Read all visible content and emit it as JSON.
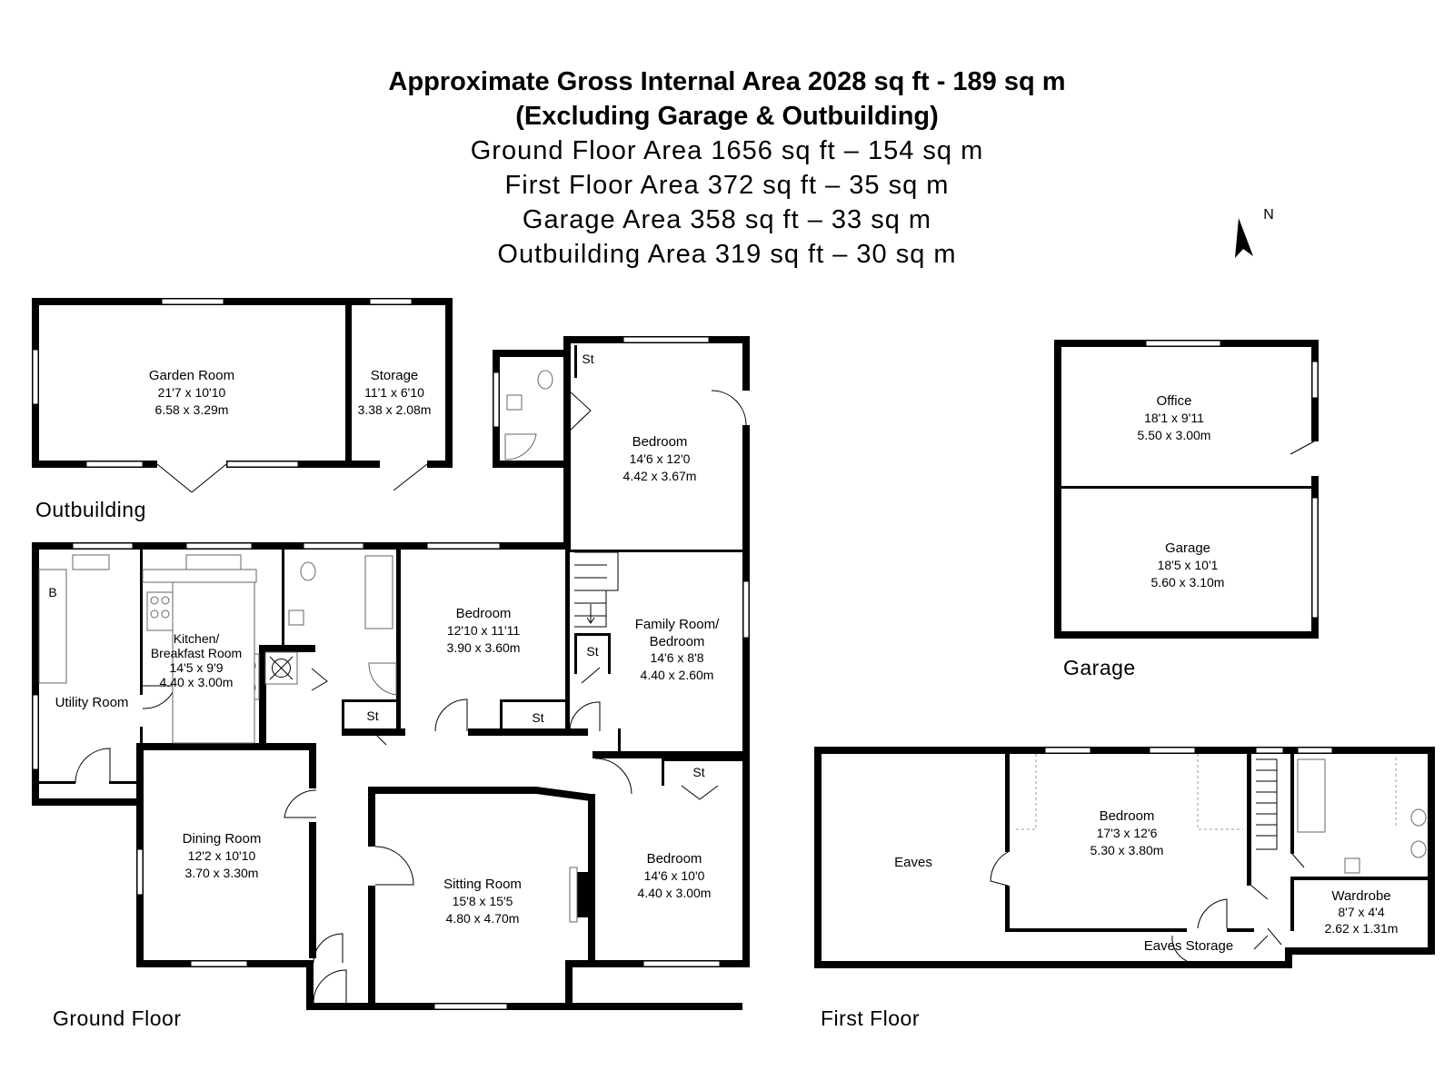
{
  "header": {
    "line1": "Approximate Gross Internal Area 2028 sq ft - 189 sq m",
    "line2": "(Excluding Garage & Outbuilding)",
    "line3": "Ground Floor Area 1656 sq ft – 154 sq m",
    "line4": "First Floor Area 372 sq ft – 35 sq m",
    "line5": "Garage Area 358 sq ft – 33 sq m",
    "line6": "Outbuilding Area 319 sq ft – 30 sq m"
  },
  "compass": {
    "label": "N"
  },
  "floors": {
    "outbuilding": "Outbuilding",
    "garage": "Garage",
    "ground": "Ground Floor",
    "first": "First Floor"
  },
  "rooms": {
    "garden_room": {
      "name": "Garden Room",
      "imperial": "21'7 x 10'10",
      "metric": "6.58 x 3.29m"
    },
    "storage": {
      "name": "Storage",
      "imperial": "11'1 x 6'10",
      "metric": "3.38 x 2.08m"
    },
    "bedroom_top": {
      "name": "Bedroom",
      "imperial": "14'6 x 12'0",
      "metric": "4.42 x 3.67m"
    },
    "office": {
      "name": "Office",
      "imperial": "18'1 x 9'11",
      "metric": "5.50 x 3.00m"
    },
    "garage": {
      "name": "Garage",
      "imperial": "18'5 x 10'1",
      "metric": "5.60 x 3.10m"
    },
    "kitchen": {
      "name_1": "Kitchen/",
      "name_2": "Breakfast Room",
      "imperial": "14'5 x 9'9",
      "metric": "4.40 x 3.00m"
    },
    "utility": {
      "name": "Utility Room"
    },
    "bedroom_mid": {
      "name": "Bedroom",
      "imperial": "12'10 x 11'11",
      "metric": "3.90 x 3.60m"
    },
    "family_room": {
      "name_1": "Family Room/",
      "name_2": "Bedroom",
      "imperial": "14'6 x 8'8",
      "metric": "4.40 x 2.60m"
    },
    "dining": {
      "name": "Dining Room",
      "imperial": "12'2 x 10'10",
      "metric": "3.70 x 3.30m"
    },
    "sitting": {
      "name": "Sitting Room",
      "imperial": "15'8 x 15'5",
      "metric": "4.80 x 4.70m"
    },
    "bedroom_low": {
      "name": "Bedroom",
      "imperial": "14'6 x 10'0",
      "metric": "4.40 x 3.00m"
    },
    "bedroom_first": {
      "name": "Bedroom",
      "imperial": "17'3 x 12'6",
      "metric": "5.30 x 3.80m"
    },
    "eaves": {
      "name": "Eaves"
    },
    "eaves_storage": {
      "name": "Eaves Storage"
    },
    "wardrobe": {
      "name": "Wardrobe",
      "imperial": "8'7 x 4'4",
      "metric": "2.62 x 1.31m"
    }
  },
  "labels": {
    "st": "St",
    "boiler": "B"
  }
}
